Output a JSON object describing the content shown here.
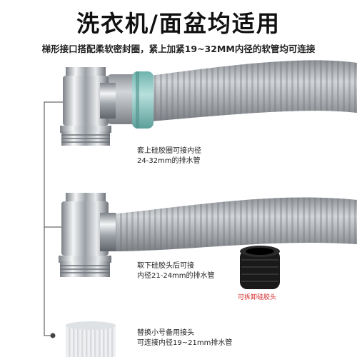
{
  "header": {
    "title": "洗衣机/面盆均适用",
    "subtitle": "梯形接口搭配柔软密封圈，紧上加紧19~32MM内径的软管均可连接"
  },
  "sections": [
    {
      "caption_line1": "套上硅胶圈可接内径",
      "caption_line2": "24-32mm的排水管"
    },
    {
      "caption_line1": "取下硅胶头后可接",
      "caption_line2": "内径21-24mm的排水管"
    },
    {
      "caption_line1": "替换小号备用接头",
      "caption_line2": "可连接内径19~21mm排水管"
    }
  ],
  "gasket_label": "可拆卸硅胶头",
  "colors": {
    "hose": "#a9adb1",
    "chrome": "#c9ccd0",
    "seal_ring": "#8fc7c4",
    "gasket": "#111111",
    "gasket_label": "#d42a2a",
    "callout_line": "#444444"
  }
}
